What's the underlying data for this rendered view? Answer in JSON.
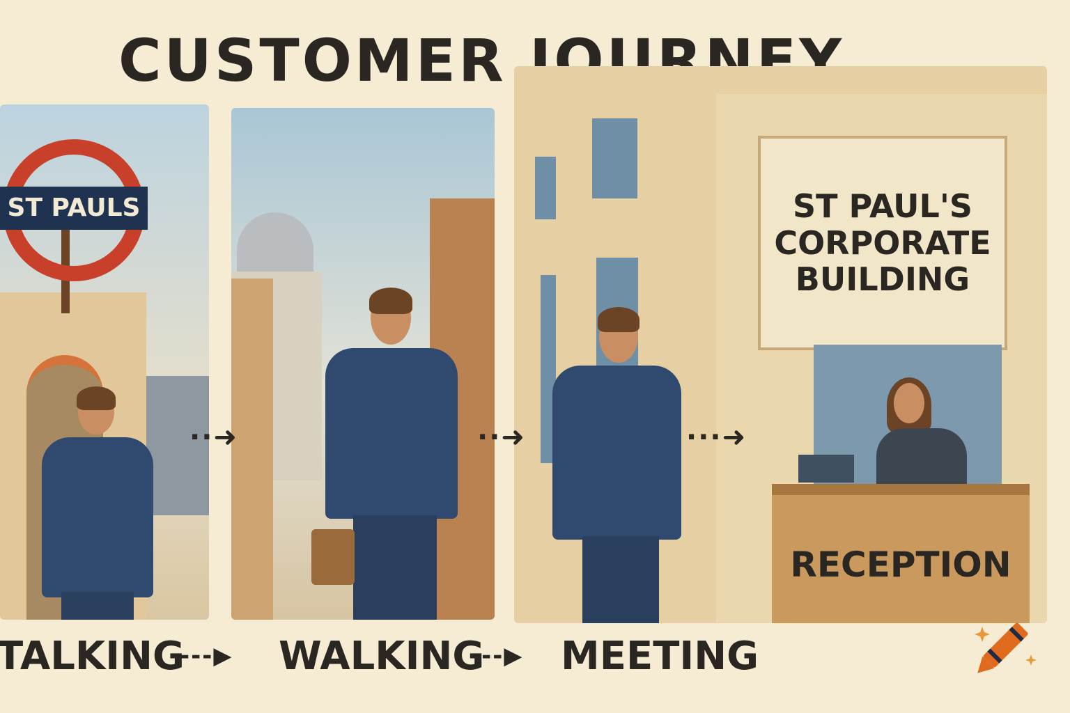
{
  "title": "CUSTOMER JOURNEY",
  "panels": {
    "station": {
      "sign": "ST PAULS"
    },
    "street": {},
    "building": {
      "sign_lines": [
        "ST PAUL'S",
        "CORPORATE",
        "BUILDING"
      ],
      "desk": "RECEPTION"
    }
  },
  "arrows": {
    "a1": "··➜",
    "a2": "··➜",
    "a3": "···➜",
    "l1": "---▶",
    "l2": "---▶"
  },
  "labels": [
    "TALKING",
    "WALKING",
    "MEETING"
  ],
  "colors": {
    "background": "#f6ecd3",
    "suit": "#2f4a6e",
    "roundel_red": "#c8402a",
    "sign_blue": "#1f3350",
    "stone": "#e6cfa2"
  },
  "logo": {
    "icon": "crayon-icon"
  }
}
